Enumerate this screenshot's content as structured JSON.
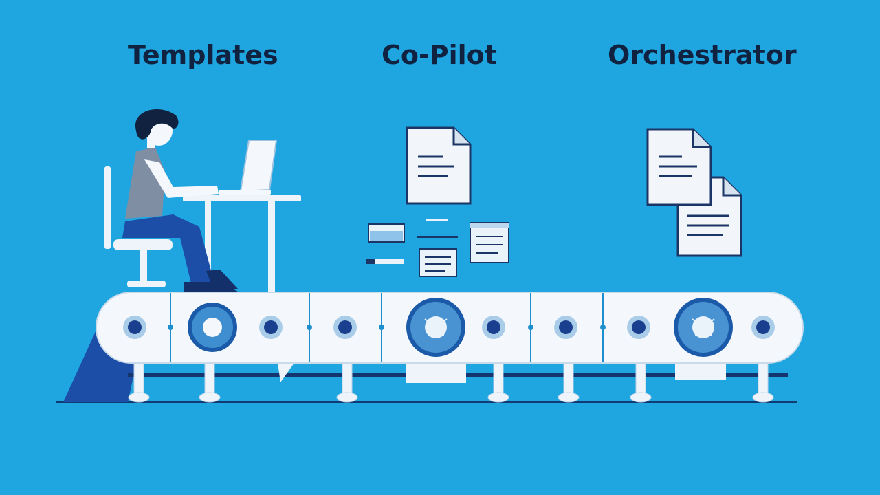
{
  "stages": [
    {
      "id": "templates",
      "label": "Templates"
    },
    {
      "id": "copilot",
      "label": "Co-Pilot"
    },
    {
      "id": "orchestrator",
      "label": "Orchestrator"
    }
  ],
  "colors": {
    "background": "#1fa6e0",
    "ink": "#10223f",
    "accent_blue": "#1a4fa8",
    "belt": "#f2f6fb"
  }
}
